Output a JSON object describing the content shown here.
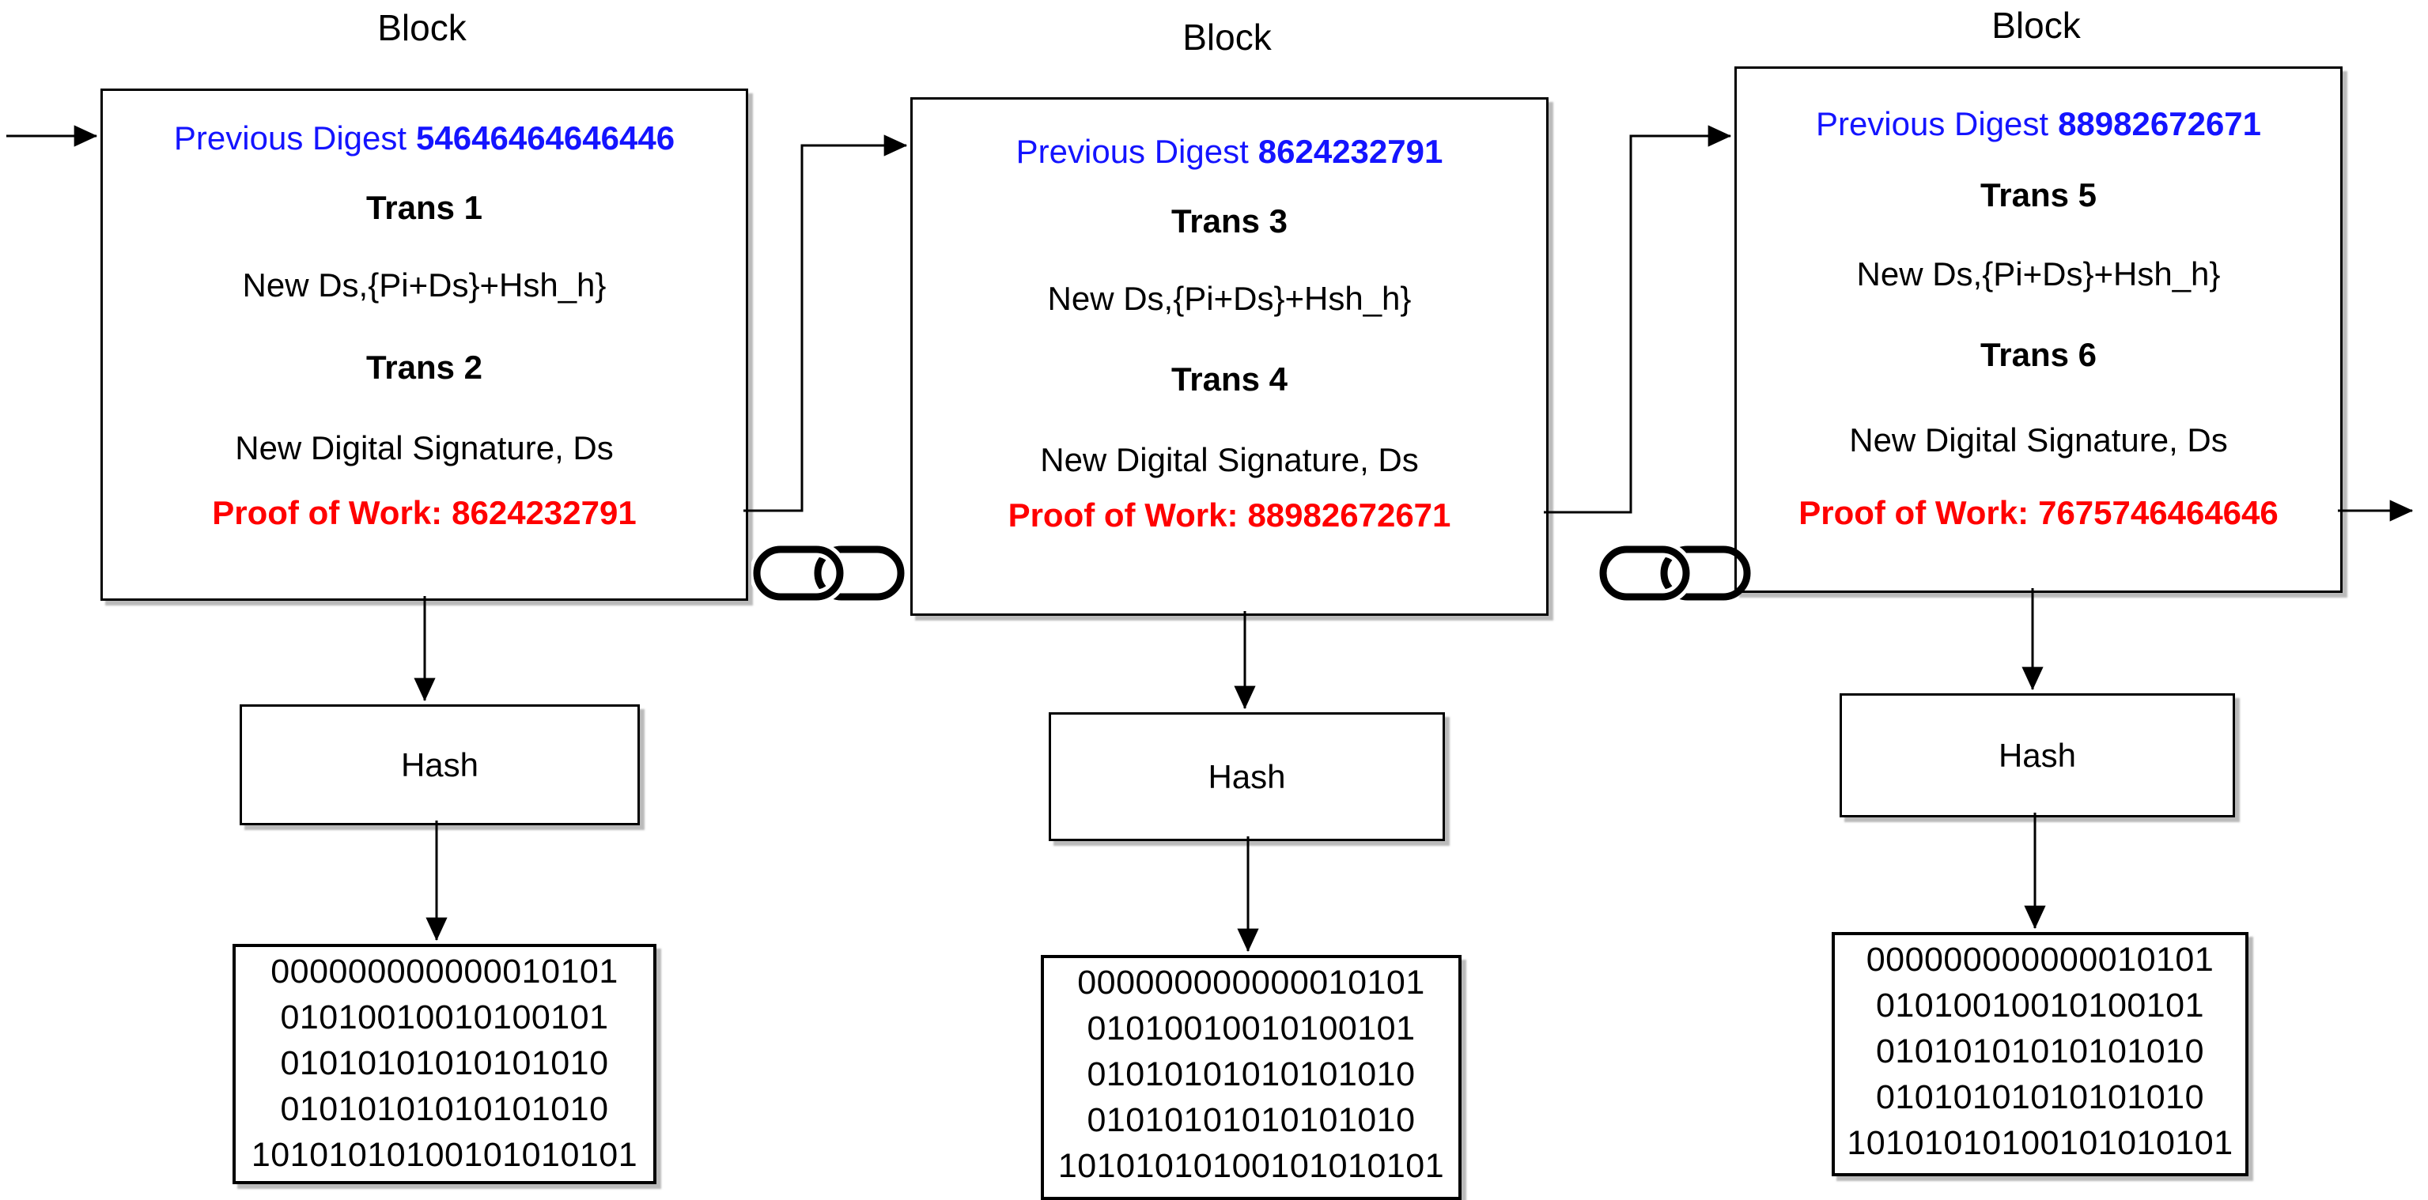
{
  "diagram": {
    "colors": {
      "digest_blue": "#1414ff",
      "pow_red": "#ff0000",
      "line_black": "#000000",
      "background": "#ffffff"
    },
    "blocks": [
      {
        "title": "Block",
        "digest_label": "Previous Digest",
        "digest_value": "54646464646446",
        "trans_a_label": "Trans 1",
        "trans_a_value": "New Ds,{Pi+Ds}+Hsh_h}",
        "trans_b_label": "Trans 2",
        "trans_b_value": "New Digital Signature, Ds",
        "pow_label": "Proof of Work:",
        "pow_value": "8624232791",
        "hash_label": "Hash",
        "binary_rows": [
          "000000000000010101",
          "01010010010100101",
          "01010101010101010",
          "01010101010101010",
          "10101010100101010101"
        ]
      },
      {
        "title": "Block",
        "digest_label": "Previous Digest",
        "digest_value": "8624232791",
        "trans_a_label": "Trans 3",
        "trans_a_value": "New Ds,{Pi+Ds}+Hsh_h}",
        "trans_b_label": "Trans 4",
        "trans_b_value": "New Digital Signature, Ds",
        "pow_label": "Proof of Work:",
        "pow_value": "88982672671",
        "hash_label": "Hash",
        "binary_rows": [
          "000000000000010101",
          "01010010010100101",
          "01010101010101010",
          "01010101010101010",
          "10101010100101010101"
        ]
      },
      {
        "title": "Block",
        "digest_label": "Previous Digest",
        "digest_value": "88982672671",
        "trans_a_label": "Trans 5",
        "trans_a_value": "New Ds,{Pi+Ds}+Hsh_h}",
        "trans_b_label": "Trans 6",
        "trans_b_value": "New Digital Signature, Ds",
        "pow_label": "Proof of Work:",
        "pow_value": "7675746464646",
        "hash_label": "Hash",
        "binary_rows": [
          "000000000000010101",
          "01010010010100101",
          "01010101010101010",
          "01010101010101010",
          "10101010100101010101"
        ]
      }
    ]
  }
}
